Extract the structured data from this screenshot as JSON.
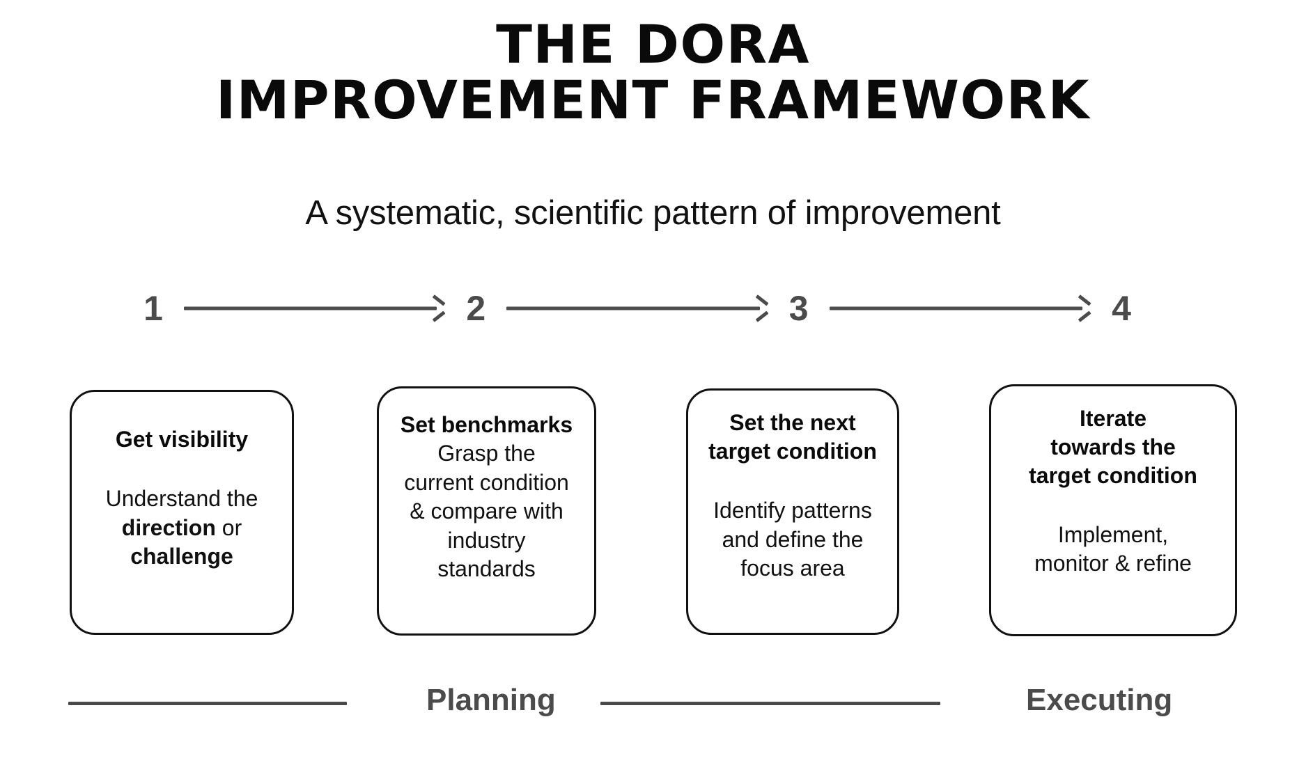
{
  "title": {
    "line1": "THE DORA",
    "line2": "IMPROVEMENT FRAMEWORK"
  },
  "subtitle": "A systematic, scientific pattern of improvement",
  "steps": [
    {
      "number": "1"
    },
    {
      "number": "2"
    },
    {
      "number": "3"
    },
    {
      "number": "4"
    }
  ],
  "cards": [
    {
      "heading": "Get visibility",
      "body_line1": "Understand the",
      "body_bold1": "direction",
      "body_mid": " or ",
      "body_bold2": "challenge"
    },
    {
      "heading": "Set benchmarks",
      "body_line1": "Grasp the",
      "body_line2": "current condition",
      "body_line3": "& compare with",
      "body_line4": "industry",
      "body_line5": "standards"
    },
    {
      "heading_line1": "Set the next",
      "heading_line2": "target condition",
      "body_line1": "Identify patterns",
      "body_line2": "and define the",
      "body_line3": "focus area"
    },
    {
      "heading_line1": "Iterate",
      "heading_line2": "towards the",
      "heading_line3": "target condition",
      "body_line1": "Implement,",
      "body_line2": "monitor & refine"
    }
  ],
  "phases": {
    "planning": "Planning",
    "executing": "Executing"
  },
  "colors": {
    "ink": "#111111",
    "muted": "#4b4b4b",
    "background": "#ffffff"
  }
}
